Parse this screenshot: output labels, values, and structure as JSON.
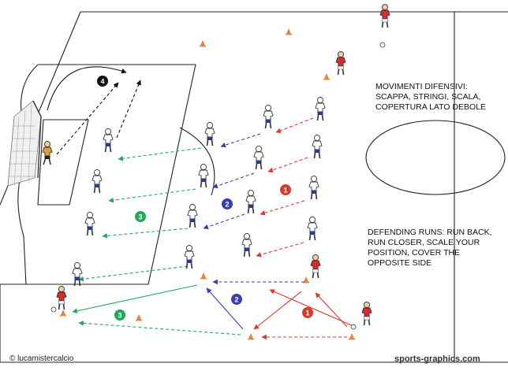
{
  "notes": {
    "italian": [
      "MOVIMENTI DIFENSIVI:",
      "SCAPPA, STRINGI, SCALA,",
      "COPERTURA LATO DEBOLE"
    ],
    "english": [
      "DEFENDING RUNS: RUN BACK,",
      "RUN CLOSER, SCALE YOUR",
      "POSITION, COVER THE",
      "OPPOSITE SIDE"
    ]
  },
  "footer": {
    "left": "© lucamistercalcio",
    "right": "sports-graphics.com"
  },
  "badges": [
    {
      "label": "1",
      "color": "#d93a2b"
    },
    {
      "label": "1",
      "color": "#d93a2b"
    },
    {
      "label": "2",
      "color": "#3a3fb0"
    },
    {
      "label": "2",
      "color": "#3a3fb0"
    },
    {
      "label": "3",
      "color": "#1faa5a"
    },
    {
      "label": "3",
      "color": "#1faa5a"
    },
    {
      "label": "4",
      "color": "#111111"
    }
  ],
  "colors": {
    "red_team": "#d92b2b",
    "white_team": "#ffffff",
    "shorts": "#2b3a8c",
    "goalkeeper": "#d4a23a",
    "cone": "#e8823a",
    "arrow_red": "#d93a2b",
    "arrow_blue": "#3a3fb0",
    "arrow_green": "#1faa5a",
    "arrow_black": "#111111"
  }
}
